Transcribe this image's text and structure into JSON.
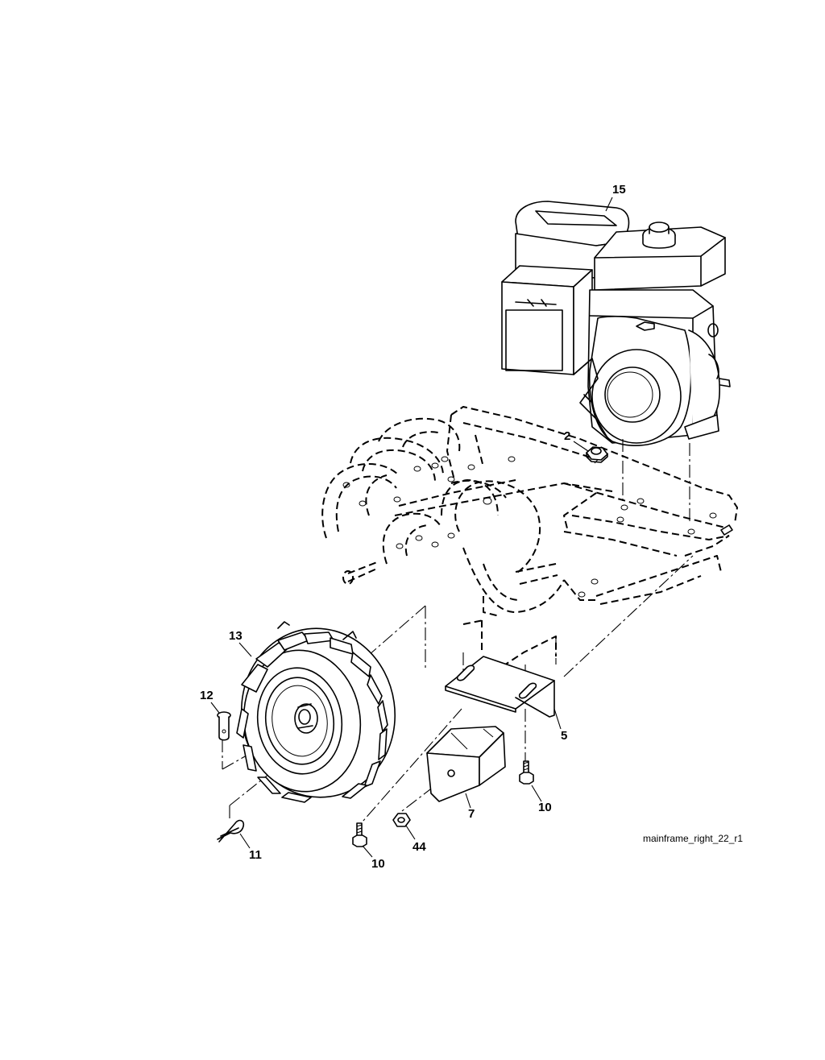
{
  "diagram": {
    "figure_id": "mainframe_right_22_r1",
    "callouts": [
      {
        "label": "15",
        "part": "engine"
      },
      {
        "label": "2",
        "part": "nut"
      },
      {
        "label": "13",
        "part": "wheel"
      },
      {
        "label": "12",
        "part": "clevis-pin"
      },
      {
        "label": "5",
        "part": "bracket"
      },
      {
        "label": "10",
        "part": "bolt-right"
      },
      {
        "label": "7",
        "part": "weight"
      },
      {
        "label": "44",
        "part": "nut"
      },
      {
        "label": "10",
        "part": "bolt-left"
      },
      {
        "label": "11",
        "part": "hairpin-clip"
      }
    ]
  }
}
